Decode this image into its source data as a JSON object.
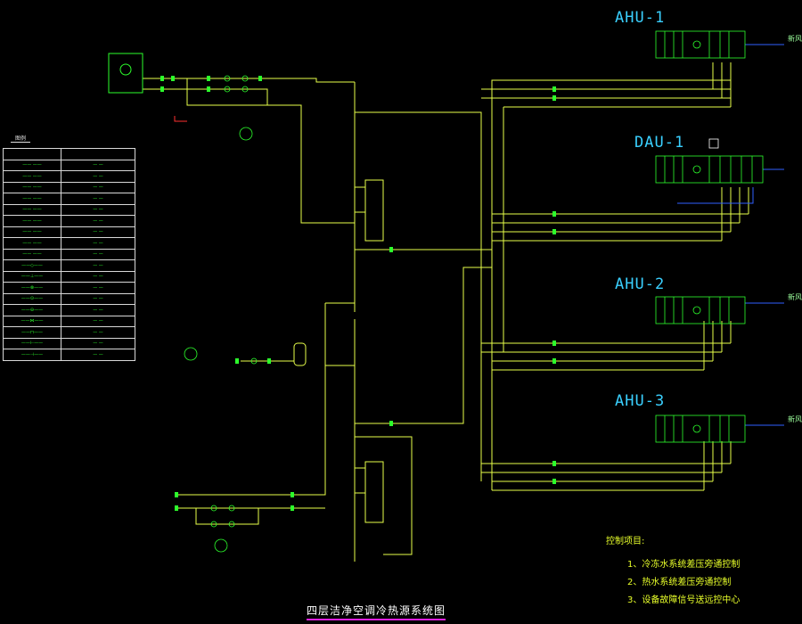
{
  "title": "四层洁净空调冷热源系统图",
  "units": [
    {
      "id": "ahu1",
      "label": "AHU-1"
    },
    {
      "id": "dau1",
      "label": "DAU-1"
    },
    {
      "id": "ahu2",
      "label": "AHU-2"
    },
    {
      "id": "ahu3",
      "label": "AHU-3"
    }
  ],
  "outdoor_air_label": "新风",
  "notes": {
    "heading": "控制项目:",
    "items": [
      "1、冷冻水系统差压旁通控制",
      "2、热水系统差压旁通控制",
      "3、设备故障信号送远控中心"
    ]
  },
  "legend": {
    "title": "图例"
  },
  "colors": {
    "pipe": "#e8ff4a",
    "equipment": "#2cff2c",
    "label": "#3ad0ff",
    "signal": "#3060ff",
    "title_underline": "#e020e0"
  }
}
